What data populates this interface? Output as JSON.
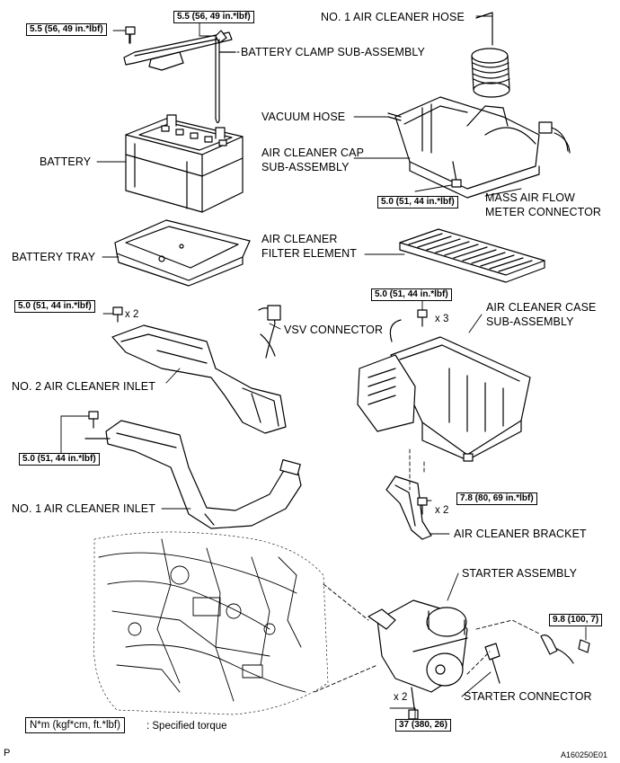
{
  "labels": {
    "no1_air_cleaner_hose": "NO. 1 AIR CLEANER HOSE",
    "battery_clamp": "BATTERY CLAMP SUB-ASSEMBLY",
    "vacuum_hose": "VACUUM HOSE",
    "battery": "BATTERY",
    "air_cleaner_cap_1": "AIR CLEANER CAP",
    "air_cleaner_cap_2": "SUB-ASSEMBLY",
    "maf_1": "MASS AIR FLOW",
    "maf_2": "METER CONNECTOR",
    "battery_tray": "BATTERY TRAY",
    "filter_1": "AIR CLEANER",
    "filter_2": "FILTER ELEMENT",
    "case_1": "AIR CLEANER CASE",
    "case_2": "SUB-ASSEMBLY",
    "vsv_connector": "VSV CONNECTOR",
    "no2_inlet": "NO. 2 AIR CLEANER INLET",
    "no1_inlet": "NO. 1 AIR CLEANER INLET",
    "bracket": "AIR CLEANER BRACKET",
    "starter_assembly": "STARTER ASSEMBLY",
    "starter_connector": "STARTER CONNECTOR"
  },
  "torques": {
    "clamp_left": "5.5 (56, 49 in.*lbf)",
    "clamp_right": "5.5 (56, 49 in.*lbf)",
    "cap": "5.0 (51, 44 in.*lbf)",
    "inlet2": "5.0 (51, 44 in.*lbf)",
    "case": "5.0 (51, 44 in.*lbf)",
    "inlet1": "5.0 (51, 44 in.*lbf)",
    "bracket": "7.8 (80, 69 in.*lbf)",
    "starter_terminal": "9.8 (100, 7)",
    "starter_bolts": "37 (380, 26)"
  },
  "quantities": {
    "inlet2_bolts": "x 2",
    "case_bolts": "x 3",
    "bracket_bolts": "x 2",
    "starter_bolts": "x 2"
  },
  "legend": {
    "box": "N*m (kgf*cm, ft.*lbf)",
    "text": ": Specified torque"
  },
  "corner": {
    "left": "P",
    "right": "A160250E01"
  }
}
